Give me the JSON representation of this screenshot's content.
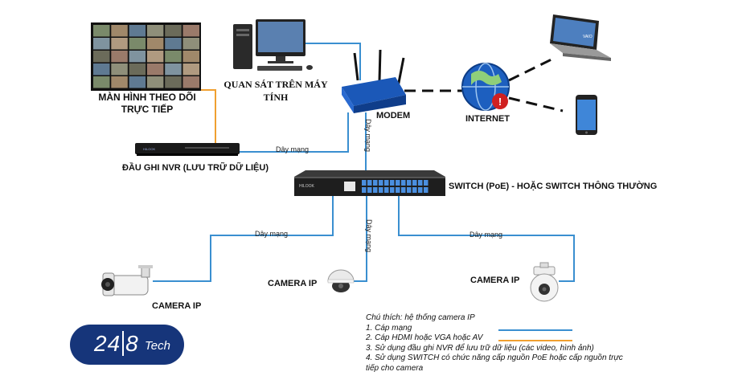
{
  "labels": {
    "monitor": [
      "MÀN HÌNH THEO DÕI",
      "TRỰC TIẾP"
    ],
    "computer": [
      "QUAN SÁT TRÊN MÁY",
      "TÍNH"
    ],
    "modem": "MODEM",
    "internet": "INTERNET",
    "nvr": "ĐẦU GHI NVR (LƯU TRỮ DỮ LIỆU)",
    "switch": "SWITCH (PoE)  - HOẶC SWITCH THÔNG THƯỜNG",
    "camera_left": "CAMERA IP",
    "camera_center": "CAMERA IP",
    "camera_right": "CAMERA IP"
  },
  "cables": {
    "nvr_modem": "Dây mạng",
    "modem_switch": "Dây mạng",
    "switch_left": "Dây mạng",
    "switch_center": "Dây mạng",
    "switch_right": "Dây mạng"
  },
  "legend": {
    "title": "Chú thích: hệ thống camera IP",
    "items": [
      "1. Cáp mạng",
      "2. Cáp HDMI hoặc VGA hoặc AV",
      "3. Sử dụng đầu ghi NVR để lưu trữ dữ liệu (các video, hình ảnh)",
      "4. Sử dụng SWITCH có chức năng cấp nguồn PoE hoặc cấp nguồn trực",
      "tiếp cho camera"
    ],
    "colors": {
      "network": "#3a8fd0",
      "hdmi": "#f0a030"
    }
  },
  "device_text": {
    "nvr_brand": "HILOOK",
    "switch_brand": "HILOOK",
    "laptop_brand": "VAIO"
  },
  "logo": {
    "number": "24",
    "digit": "8",
    "suffix": "Tech"
  }
}
